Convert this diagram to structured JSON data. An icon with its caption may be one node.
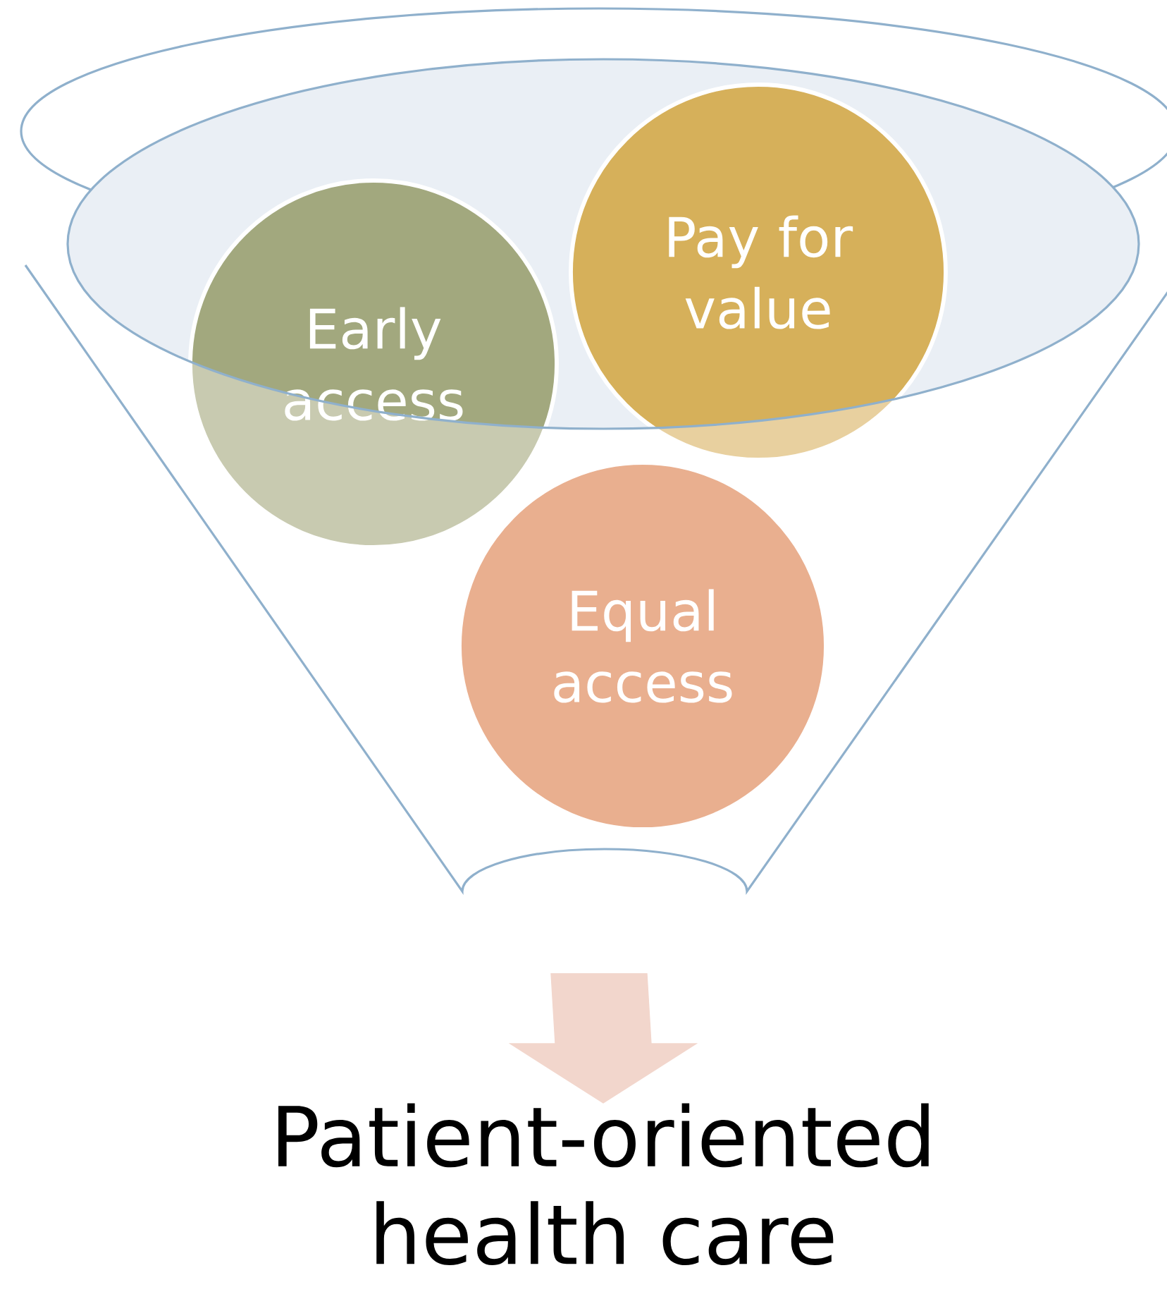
{
  "diagram": {
    "nodes": [
      {
        "text": [],
        "shape": "funnel"
      },
      {
        "text": [
          "Early access"
        ],
        "in": 0
      },
      {
        "text": [
          "Pay for value"
        ],
        "in": 0
      },
      {
        "text": [
          "Equal access"
        ],
        "in": 0
      },
      {
        "text": [
          "Patient-oriented health care"
        ]
      }
    ],
    "edges": [
      {
        "from": 0,
        "to": 4,
        "arrow": "to",
        "color": "#f2d6cc"
      }
    ]
  }
}
